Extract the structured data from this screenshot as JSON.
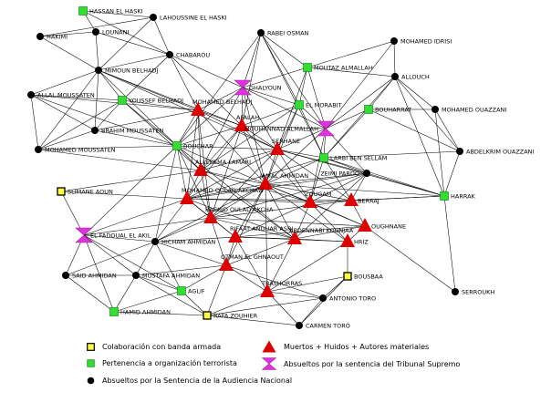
{
  "legend": {
    "colaboracion": "Colaboración con banda armada",
    "pertenencia": "Pertenencia a organización terrorista",
    "absueltos_an": "Absueltos por la Sentencia de la Audiencia Nacional",
    "muertos": "Muertos + Huidos + Autores materiales",
    "absueltos_ts": "Absueltos por la sentencia del Tribunal Supremo"
  },
  "colors": {
    "pertenencia": "#33dd33",
    "colaboracion": "#ffff44",
    "absueltos_an": "#000000",
    "muertos": "#dd0000",
    "absueltos_ts": "#dd33dd"
  },
  "nodes": [
    {
      "id": "hassan",
      "label": "HASSAN EL HASKI",
      "type": "pertenencia"
    },
    {
      "id": "lahoussine",
      "label": "LAHOUSSINE EL HASKI",
      "type": "absueltos_an"
    },
    {
      "id": "hakimi",
      "label": "HAKIMI",
      "type": "absueltos_an"
    },
    {
      "id": "lounani",
      "label": "LOUNANI",
      "type": "absueltos_an"
    },
    {
      "id": "chabarou",
      "label": "CHABAROU",
      "type": "absueltos_an"
    },
    {
      "id": "mimoun",
      "label": "MIMOUN BELHADJ",
      "type": "absueltos_an"
    },
    {
      "id": "rabei",
      "label": "RABEI OSMAN",
      "type": "absueltos_an"
    },
    {
      "id": "idrisi",
      "label": "MOHAMED IDRISI",
      "type": "absueltos_an"
    },
    {
      "id": "moutaz",
      "label": "MOUTAZ ALMALLAH",
      "type": "pertenencia"
    },
    {
      "id": "ghalyoun",
      "label": "GHALYOUN",
      "type": "absueltos_ts"
    },
    {
      "id": "allouch",
      "label": "ALLOUCH",
      "type": "absueltos_an"
    },
    {
      "id": "allal",
      "label": "ALLAL MOUSSATEN",
      "type": "absueltos_an"
    },
    {
      "id": "youssef",
      "label": "YOUSSEF BELHADJ",
      "type": "pertenencia"
    },
    {
      "id": "mbelhadj",
      "label": "MOHAMED BELHADJ",
      "type": "muertos"
    },
    {
      "id": "elmorabit",
      "label": "EL MORABIT",
      "type": "pertenencia"
    },
    {
      "id": "bouharrat",
      "label": "BOUHARRAT",
      "type": "pertenencia"
    },
    {
      "id": "mouzzani",
      "label": "MOHAMED OUAZZANI",
      "type": "absueltos_an"
    },
    {
      "id": "jafalah",
      "label": "AFALAH",
      "type": "muertos"
    },
    {
      "id": "mouhannad",
      "label": "MOUHANNAD ALMALLAH",
      "type": "absueltos_ts"
    },
    {
      "id": "brahim",
      "label": "BRAHIM MOUSSATEN",
      "type": "absueltos_an"
    },
    {
      "id": "bouchar",
      "label": "BOUCHAR",
      "type": "pertenencia"
    },
    {
      "id": "serhane",
      "label": "SERHANE",
      "type": "muertos"
    },
    {
      "id": "larbi",
      "label": "LARBI BEN SELLAM",
      "type": "pertenencia"
    },
    {
      "id": "abdelkrim",
      "label": "ABDELKRIM OUAZZANI",
      "type": "absueltos_an"
    },
    {
      "id": "mmoussaten",
      "label": "MOHAMED MOUSSATEN",
      "type": "absueltos_an"
    },
    {
      "id": "lamari",
      "label": "ALLEKEMA LAMARI",
      "type": "muertos"
    },
    {
      "id": "pardo",
      "label": "ZEIMI PARDO",
      "type": "absueltos_an"
    },
    {
      "id": "jamal",
      "label": "JAMAL AHMIDAN",
      "type": "muertos"
    },
    {
      "id": "harrak",
      "label": "HARRAK",
      "type": "pertenencia"
    },
    {
      "id": "slimane",
      "label": "SLIMANE AOUN",
      "type": "colaboracion"
    },
    {
      "id": "oulad",
      "label": "MOHAMED OULAD AKCHAW",
      "type": "muertos"
    },
    {
      "id": "zougam",
      "label": "ZOUGAM",
      "type": "muertos"
    },
    {
      "id": "berraj",
      "label": "BERRAJ",
      "type": "muertos"
    },
    {
      "id": "rachid",
      "label": "RACHID OULAD AKCHA",
      "type": "muertos"
    },
    {
      "id": "oughnane",
      "label": "OUGHNANE",
      "type": "muertos"
    },
    {
      "id": "fadoual",
      "label": "EL FADOUAL EL AKIL",
      "type": "absueltos_ts"
    },
    {
      "id": "rifaat",
      "label": "RIFAAT ANOUAR ASRI",
      "type": "muertos"
    },
    {
      "id": "hicham",
      "label": "HICHAM AHMIDAN",
      "type": "absueltos_an"
    },
    {
      "id": "kounjaa",
      "label": "ABDENNABI KOUNJAA",
      "type": "muertos"
    },
    {
      "id": "hriz",
      "label": "HRIZ",
      "type": "muertos"
    },
    {
      "id": "said",
      "label": "SAID AHMIDAN",
      "type": "absueltos_an"
    },
    {
      "id": "mustafa",
      "label": "MUSTAFA AHMIDAN",
      "type": "absueltos_an"
    },
    {
      "id": "ghnaout",
      "label": "OTMAN EL GHNAOUT",
      "type": "muertos"
    },
    {
      "id": "bousbaa",
      "label": "BOUSBAA",
      "type": "colaboracion"
    },
    {
      "id": "aglif",
      "label": "AGLIF",
      "type": "pertenencia"
    },
    {
      "id": "trashorras",
      "label": "TRASHORRAS",
      "type": "muertos"
    },
    {
      "id": "serroukh",
      "label": "SERROUKH",
      "type": "absueltos_an"
    },
    {
      "id": "hamid",
      "label": "HAMID AHMIDAN",
      "type": "pertenencia"
    },
    {
      "id": "rafa",
      "label": "RAFA ZOUHIER",
      "type": "colaboracion"
    },
    {
      "id": "antonio",
      "label": "ANTONIO TORO",
      "type": "absueltos_an"
    },
    {
      "id": "carmen",
      "label": "CARMEN TORO",
      "type": "absueltos_an"
    }
  ]
}
